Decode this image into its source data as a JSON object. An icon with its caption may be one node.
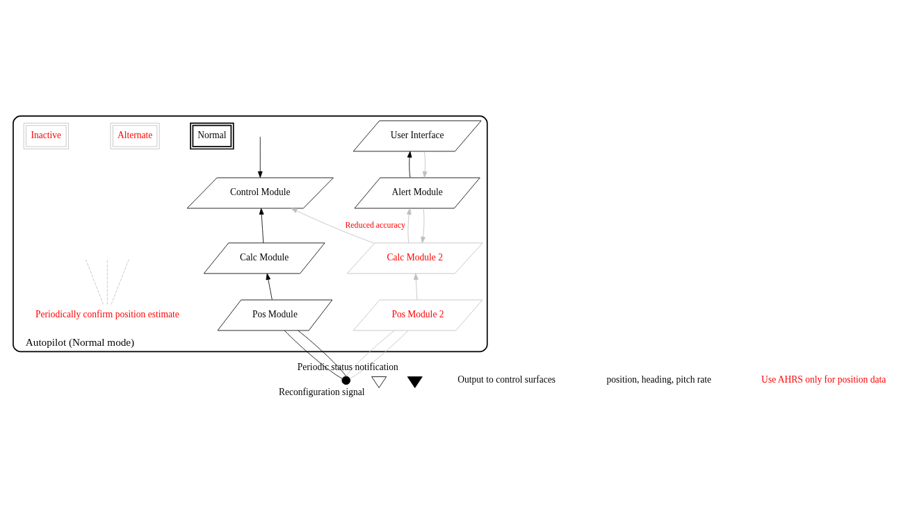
{
  "diagram": {
    "nodes": [
      {
        "text": [
          "Autopilot (Normal mode)"
        ]
      },
      {
        "text": [
          "Control Module"
        ],
        "in": 0
      },
      {
        "text": [
          "Calc Module"
        ],
        "in": 0
      },
      {
        "text": [
          "Pos Module"
        ],
        "in": 0
      },
      {
        "text": [
          "Calc Module 2"
        ],
        "in": 0
      },
      {
        "text": [
          "Pos Module 2"
        ],
        "in": 0
      },
      {
        "text": [
          "User Interface"
        ],
        "in": 0
      },
      {
        "text": [
          "Alert Module"
        ],
        "in": 0
      },
      {
        "text": [
          "Normal"
        ],
        "in": 0
      },
      {
        "text": [
          "Alternate"
        ],
        "in": 0
      },
      {
        "text": [
          "Inactive"
        ],
        "in": 0
      },
      {
        "text": [],
        "shape": "circle"
      },
      {
        "text": [
          "Periodically confirm position estimate"
        ],
        "in": 0
      },
      {
        "text": [],
        "shape": "triangle",
        "beside": [
          "Reconfiguration signal"
        ]
      },
      {
        "text": [],
        "shape": "triangle",
        "beside": [
          "Periodic status notification"
        ]
      }
    ],
    "edges": [
      {
        "from": null,
        "to": 1,
        "arrow": "to",
        "color": "#000000"
      },
      {
        "from": 2,
        "to": 1,
        "arrow": "to",
        "color": "#000000"
      },
      {
        "from": 3,
        "to": 2,
        "arrow": "to",
        "color": "#000000"
      },
      {
        "from": 4,
        "to": 1,
        "arrow": "to",
        "label": "Reduced accuracy",
        "color": "#bfbfbf"
      },
      {
        "from": 5,
        "to": 4,
        "arrow": "to",
        "color": "#bfbfbf"
      },
      {
        "from": 11,
        "to": 3,
        "arrow": "none",
        "color": "#000000"
      },
      {
        "from": 11,
        "to": 3,
        "arrow": "none",
        "color": "#000000"
      },
      {
        "from": 11,
        "to": 5,
        "arrow": "none",
        "color": "#bfbfbf"
      },
      {
        "from": 11,
        "to": 5,
        "arrow": "none",
        "color": "#bfbfbf"
      },
      {
        "from": 7,
        "to": 6,
        "arrow": "to",
        "color": "#000000"
      },
      {
        "from": 6,
        "to": 7,
        "arrow": "to",
        "color": "#bfbfbf"
      },
      {
        "from": 7,
        "to": 4,
        "arrow": "to",
        "color": "#bfbfbf"
      },
      {
        "from": 4,
        "to": 7,
        "arrow": "to",
        "color": "#bfbfbf"
      },
      {
        "from": 12,
        "to": null,
        "arrow": "none",
        "style": "dashed",
        "color": "#bfbfbf"
      },
      {
        "from": 12,
        "to": null,
        "arrow": "none",
        "style": "dashed",
        "color": "#bfbfbf"
      },
      {
        "from": 12,
        "to": null,
        "arrow": "none",
        "style": "dashed",
        "color": "#bfbfbf"
      }
    ],
    "labels": [
      "Output to control surfaces",
      "position, heading, pitch rate",
      "Use AHRS only for position data"
    ]
  }
}
